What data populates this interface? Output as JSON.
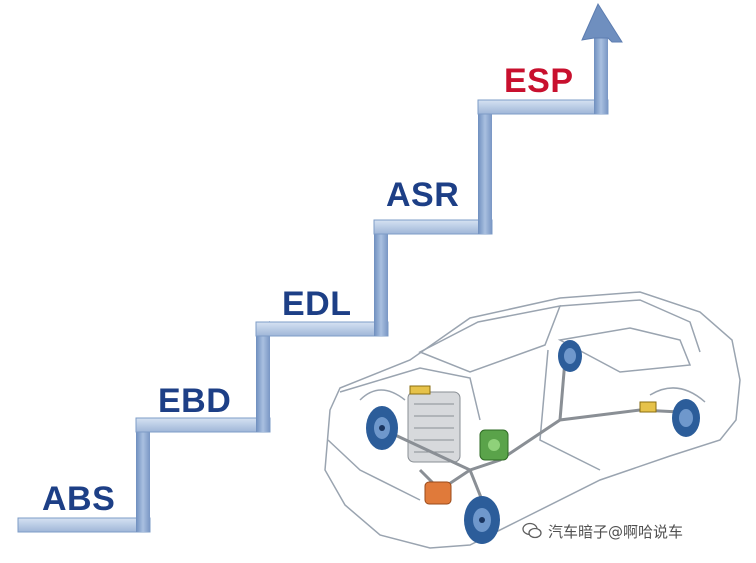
{
  "steps": [
    {
      "label": "ABS",
      "color": "#1d3f86"
    },
    {
      "label": "EBD",
      "color": "#1d3f86"
    },
    {
      "label": "EDL",
      "color": "#1d3f86"
    },
    {
      "label": "ASR",
      "color": "#1d3f86"
    },
    {
      "label": "ESP",
      "color": "#c8102e"
    }
  ],
  "colors": {
    "stair_face": "#b8cce6",
    "stair_edge": "#7e9cc7",
    "stair_dark": "#5d7db0",
    "car_line": "#9aa4b0",
    "disc": "#2c5d9a",
    "brake_line": "#8a8f95"
  },
  "watermark": {
    "text": "汽车暗子@啊哈说车",
    "icon": "wechat-icon"
  }
}
